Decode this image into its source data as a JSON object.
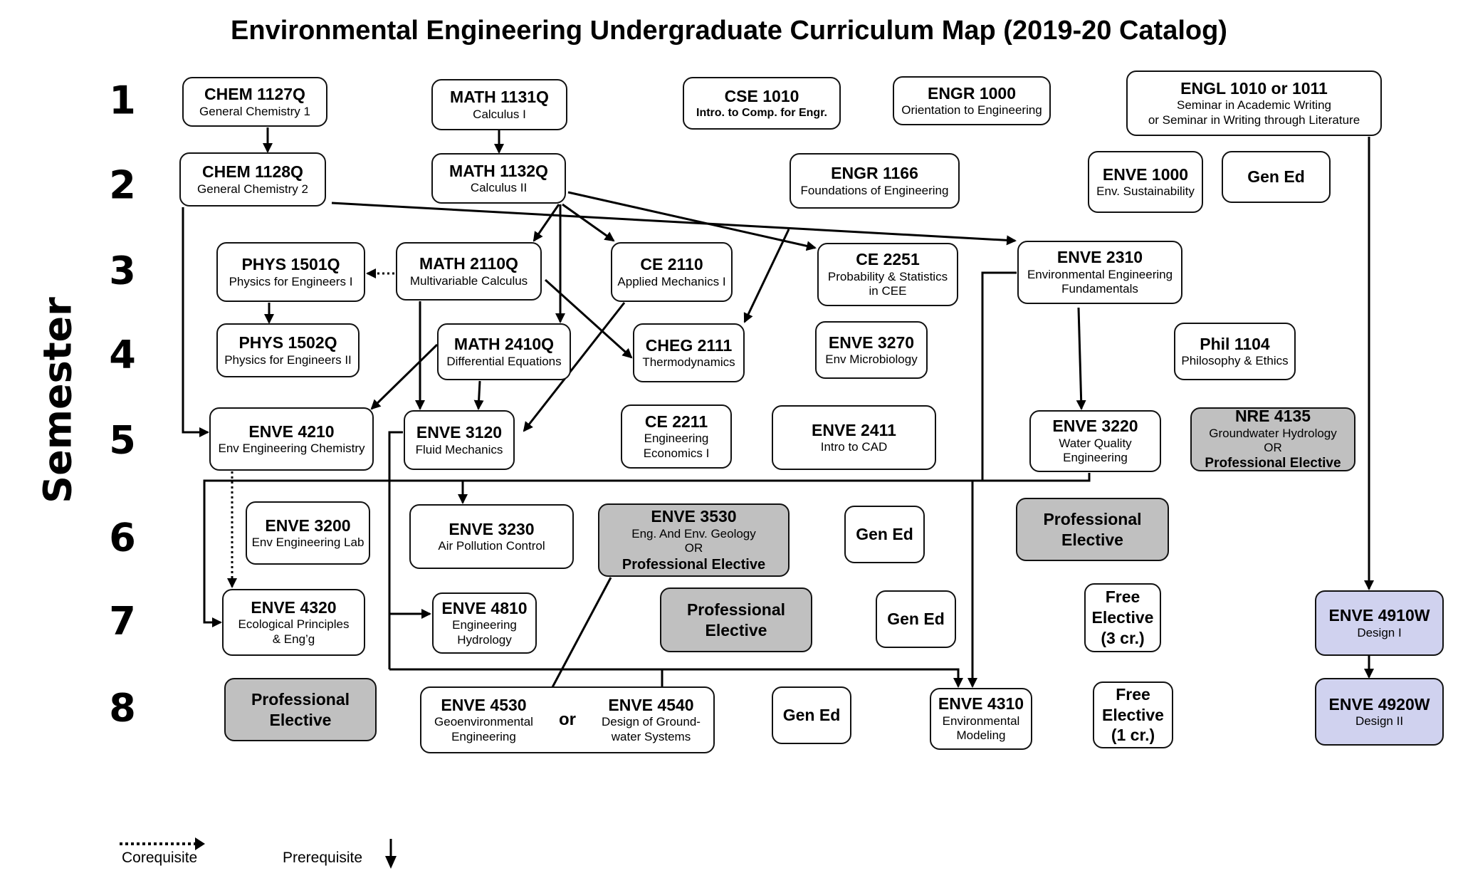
{
  "title": "Environmental Engineering Undergraduate Curriculum Map (2019-20 Catalog)",
  "axis_label": "Semester",
  "semesters": [
    "1",
    "2",
    "3",
    "4",
    "5",
    "6",
    "7",
    "8"
  ],
  "courses": {
    "chem1127": {
      "code": "CHEM 1127Q",
      "name": "General Chemistry 1"
    },
    "math1131": {
      "code": "MATH 1131Q",
      "name": "Calculus I"
    },
    "cse1010": {
      "code": "CSE 1010",
      "name": "Intro. to Comp. for Engr."
    },
    "engr1000": {
      "code": "ENGR 1000",
      "name": "Orientation to Engineering"
    },
    "engl1010": {
      "code": "ENGL 1010 or 1011",
      "name1": "Seminar in Academic Writing",
      "name2": "or Seminar in Writing through Literature"
    },
    "chem1128": {
      "code": "CHEM 1128Q",
      "name": "General Chemistry 2"
    },
    "math1132": {
      "code": "MATH 1132Q",
      "name": "Calculus II"
    },
    "engr1166": {
      "code": "ENGR 1166",
      "name": "Foundations of Engineering"
    },
    "enve1000": {
      "code": "ENVE 1000",
      "name": "Env. Sustainability"
    },
    "gened_s2": {
      "label": "Gen Ed"
    },
    "phys1501": {
      "code": "PHYS 1501Q",
      "name": "Physics for Engineers I"
    },
    "math2110": {
      "code": "MATH 2110Q",
      "name": "Multivariable Calculus"
    },
    "ce2110": {
      "code": "CE 2110",
      "name": "Applied Mechanics I"
    },
    "ce2251": {
      "code": "CE 2251",
      "name1": "Probability & Statistics",
      "name2": "in CEE"
    },
    "enve2310": {
      "code": "ENVE 2310",
      "name1": "Environmental Engineering",
      "name2": "Fundamentals"
    },
    "phys1502": {
      "code": "PHYS 1502Q",
      "name": "Physics for Engineers II"
    },
    "math2410": {
      "code": "MATH 2410Q",
      "name": "Differential Equations"
    },
    "cheg2111": {
      "code": "CHEG 2111",
      "name": "Thermodynamics"
    },
    "enve3270": {
      "code": "ENVE 3270",
      "name": "Env Microbiology"
    },
    "phil1104": {
      "code": "Phil 1104",
      "name": "Philosophy & Ethics"
    },
    "enve4210": {
      "code": "ENVE 4210",
      "name": "Env Engineering Chemistry"
    },
    "enve3120": {
      "code": "ENVE 3120",
      "name": "Fluid Mechanics"
    },
    "ce2211": {
      "code": "CE 2211",
      "name1": "Engineering",
      "name2": "Economics I"
    },
    "enve2411": {
      "code": "ENVE 2411",
      "name": "Intro to CAD"
    },
    "enve3220": {
      "code": "ENVE 3220",
      "name1": "Water Quality",
      "name2": "Engineering"
    },
    "nre4135": {
      "code": "NRE 4135",
      "name": "Groundwater Hydrology",
      "or": "OR",
      "alt": "Professional Elective"
    },
    "enve3200": {
      "code": "ENVE 3200",
      "name": "Env Engineering Lab"
    },
    "enve3230": {
      "code": "ENVE 3230",
      "name": "Air Pollution Control"
    },
    "enve3530": {
      "code": "ENVE 3530",
      "name": "Eng. And Env. Geology",
      "or": "OR",
      "alt": "Professional Elective"
    },
    "gened_s6": {
      "label": "Gen Ed"
    },
    "profelec_s6": {
      "line1": "Professional",
      "line2": "Elective"
    },
    "enve4320": {
      "code": "ENVE 4320",
      "name1": "Ecological Principles",
      "name2": "& Eng’g"
    },
    "enve4810": {
      "code": "ENVE 4810",
      "name1": "Engineering",
      "name2": "Hydrology"
    },
    "profelec_s7": {
      "line1": "Professional",
      "line2": "Elective"
    },
    "gened_s7": {
      "label": "Gen Ed"
    },
    "freeelec_s7": {
      "line1": "Free",
      "line2": "Elective",
      "line3": "(3 cr.)"
    },
    "enve4910w": {
      "code": "ENVE 4910W",
      "name": "Design I"
    },
    "profelec_s8": {
      "line1": "Professional",
      "line2": "Elective"
    },
    "enve4530": {
      "code": "ENVE 4530",
      "name1": "Geoenvironmental",
      "name2": "Engineering"
    },
    "combo_or": "or",
    "enve4540": {
      "code": "ENVE 4540",
      "name1": "Design of Ground-",
      "name2": "water Systems"
    },
    "gened_s8": {
      "label": "Gen Ed"
    },
    "enve4310": {
      "code": "ENVE 4310",
      "name1": "Environmental",
      "name2": "Modeling"
    },
    "freeelec_s8": {
      "line1": "Free",
      "line2": "Elective",
      "line3": "(1 cr.)"
    },
    "enve4920w": {
      "code": "ENVE 4920W",
      "name": "Design  II"
    }
  },
  "legend": {
    "corequisite": "Corequisite",
    "prerequisite": "Prerequisite"
  },
  "colors": {
    "professional_elective": "#c0c0c0",
    "design": "#d0d2ef",
    "standard": "#ffffff"
  }
}
